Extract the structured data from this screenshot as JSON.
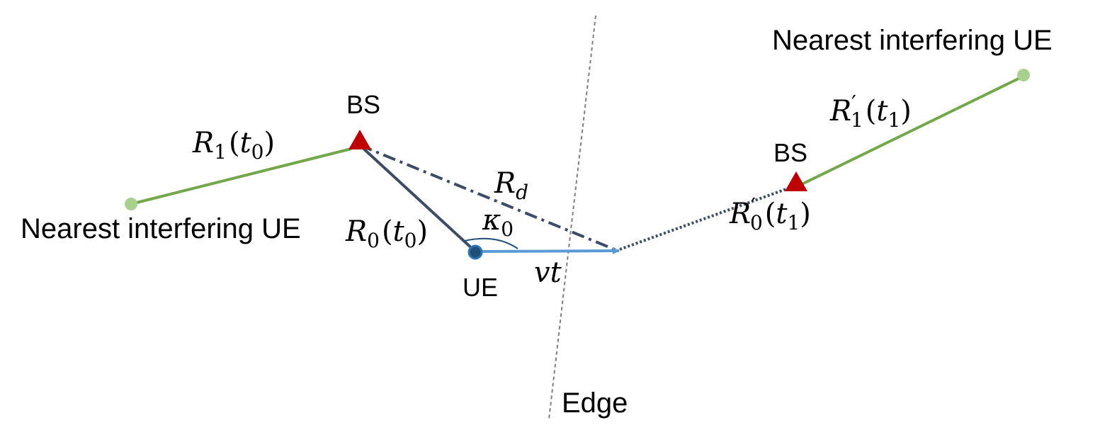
{
  "labels": {
    "bs": "BS",
    "ue": "UE",
    "nearest_interferer": "Nearest interfering UE",
    "edge": "Edge"
  },
  "symbols": {
    "r1_t0": {
      "base": "R",
      "sub": "1",
      "arg_var": "t",
      "arg_sub": "0"
    },
    "r0_t0": {
      "base": "R",
      "sub": "0",
      "arg_var": "t",
      "arg_sub": "0"
    },
    "rd": {
      "base": "R",
      "sub": "d"
    },
    "kappa0": {
      "base": "κ",
      "sub": "0"
    },
    "vt": {
      "base": "vt"
    },
    "r0p_t1": {
      "base": "R",
      "prime": "′",
      "sub": "0",
      "arg_var": "t",
      "arg_sub": "1"
    },
    "r1p_t1": {
      "base": "R",
      "prime": "′",
      "sub": "1",
      "arg_var": "t",
      "arg_sub": "1"
    }
  },
  "colors": {
    "interferer_link": "#72a84a",
    "interferer_node": "#a9d18e",
    "bs": "#c00000",
    "serving_link": "#3c4b66",
    "motion": "#5b9bd5",
    "ue_fill": "#1f4e79",
    "ue_ring": "#2e75b6",
    "edge": "#7f7f7f",
    "text": "#000000"
  }
}
